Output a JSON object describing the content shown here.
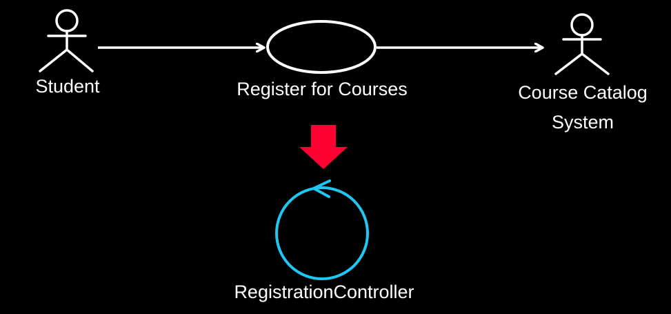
{
  "actors": {
    "student": {
      "label": "Student"
    },
    "system": {
      "line1": "Course Catalog",
      "line2": "System"
    }
  },
  "use_case": {
    "label": "Register for Courses"
  },
  "control_class": {
    "label": "RegistrationController"
  },
  "colors": {
    "background": "#000000",
    "stroke": "#ffffff",
    "refinement_arrow": "#ff0033",
    "control_class": "#1ec8f0"
  },
  "icons": {
    "actor": "stick-figure-icon",
    "use_case": "ellipse-icon",
    "refinement": "down-arrow-icon",
    "control": "control-class-icon"
  }
}
